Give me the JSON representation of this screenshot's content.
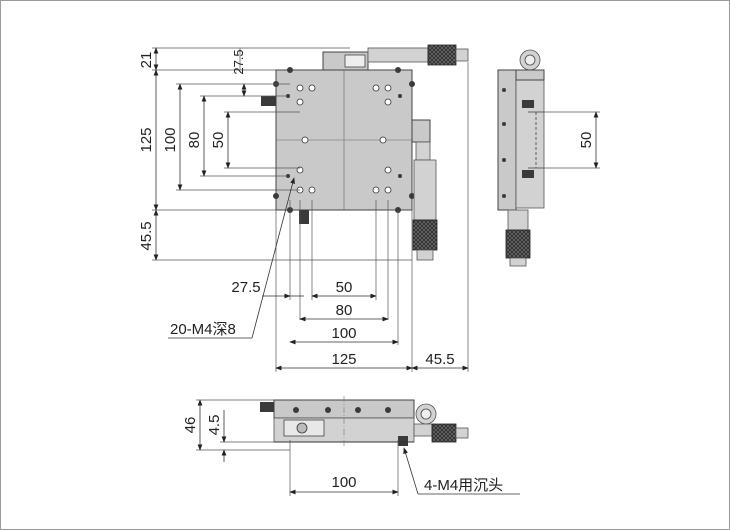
{
  "top_view": {
    "dim_vertical": {
      "h21": "21",
      "h27_5": "27.5",
      "h125": "125",
      "h100": "100",
      "h80": "80",
      "h50": "50",
      "h45_5": "45.5"
    },
    "dim_horizontal": {
      "w27_5": "27.5",
      "w50": "50",
      "w80": "80",
      "w100": "100",
      "w125": "125",
      "w45_5": "45.5"
    },
    "hole_callout": "20-M4深8"
  },
  "side_view": {
    "dim_vertical": {
      "h50": "50"
    }
  },
  "front_view": {
    "dim_vertical": {
      "h46": "46",
      "h4_5": "4.5"
    },
    "dim_horizontal": {
      "w100": "100"
    },
    "mount_callout": "4-M4用沉头"
  },
  "colors": {
    "line": "#333333",
    "body": "#c9c9c9",
    "knurl": "#555555"
  }
}
